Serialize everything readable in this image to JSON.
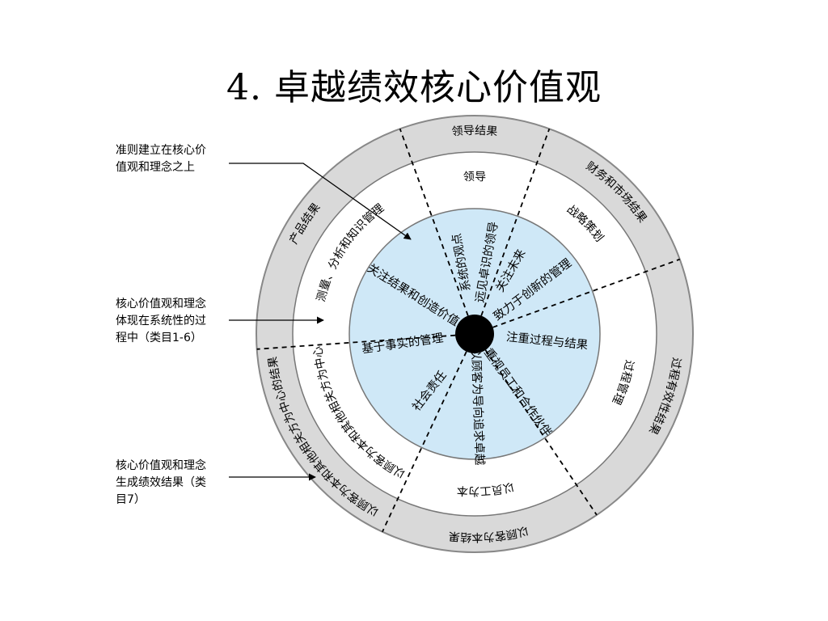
{
  "title": "4. 卓越绩效核心价值观",
  "notes": [
    {
      "lines": [
        "准则建立在核心价",
        "值观和理念之上"
      ]
    },
    {
      "lines": [
        "核心价值观和理念",
        "体现在系统性的过",
        "程中（类目1-6）"
      ]
    },
    {
      "lines": [
        "核心价值观和理念",
        "生成绩效结果（类",
        "目7）"
      ]
    }
  ],
  "outer_ring": [
    "领导结果",
    "财务和市场结果",
    "过程有效性结果",
    "以顾客为本结果",
    "以顾客为本和其他相关方为中心的结果",
    "产品结果"
  ],
  "middle_ring": [
    "领导",
    "战略策划",
    "过程管理",
    "以员工为本",
    "以顾客为本和其他相关方为中心",
    "测量、分析和知识管理"
  ],
  "inner_values": [
    "系统的观点",
    "远见卓识的领导",
    "关注未来",
    "致力于创新的管理",
    "注重过程与结果",
    "重视员工和合作伙伴",
    "以顾客为导向追求卓越",
    "社会责任",
    "基于事实的管理",
    "关注结果和创造价值"
  ],
  "colors": {
    "outer_ring": "#d9d9d9",
    "middle_ring": "#ffffff",
    "inner_disc": "#cfe8f7",
    "hub": "#000000"
  }
}
